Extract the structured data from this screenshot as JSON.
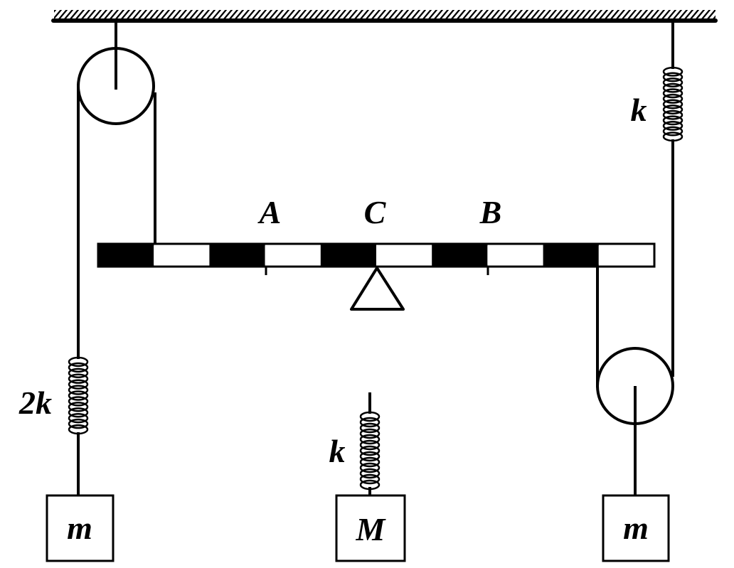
{
  "labels": {
    "point_a": "A",
    "point_c": "C",
    "point_b": "B",
    "spring_right_top": "k",
    "spring_left": "2k",
    "spring_middle": "k",
    "mass_left": "m",
    "mass_middle": "M",
    "mass_right": "m"
  }
}
